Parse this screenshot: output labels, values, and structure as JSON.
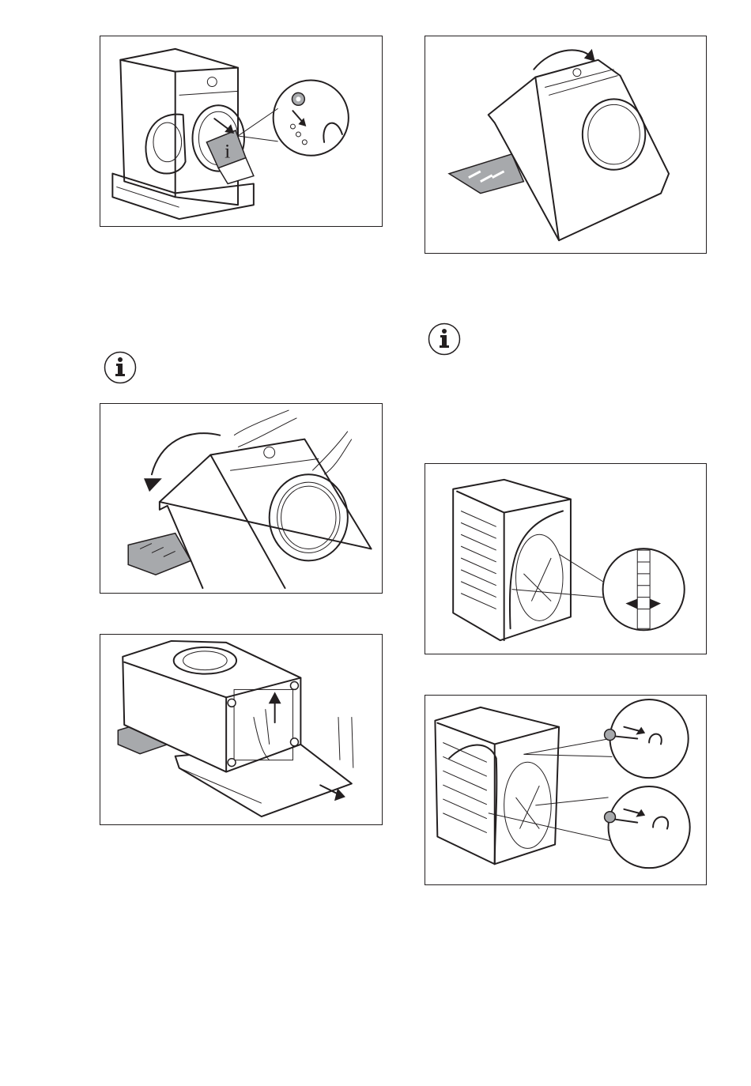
{
  "page": {
    "background": "#ffffff",
    "line_color": "#231f20",
    "accent_grey": "#a7a9ac"
  },
  "illustrations": [
    {
      "id": "fig1",
      "name": "remove-accessory-bag-from-drum",
      "description": "Open washing machine door, hand removing information bag with accessories (hose bracket, plugs) from drum; magnified detail circle"
    },
    {
      "id": "fig2",
      "name": "tilt-machine-back-onto-packaging",
      "description": "Washing machine tilted backwards on polystyrene packaging piece, curved arrow indicating tilt direction"
    },
    {
      "id": "fig3",
      "name": "lower-machine-on-back",
      "description": "Hands lowering washing machine backwards onto polystyrene support, curved arrow"
    },
    {
      "id": "fig4",
      "name": "remove-bottom-protection",
      "description": "Machine lying on its back; hands pulling off bottom polystyrene protection, arrows up and out"
    },
    {
      "id": "fig5",
      "name": "remove-hoses-from-clamps",
      "description": "Rear of machine; magnified circle showing hose being released from holder clips"
    },
    {
      "id": "fig6",
      "name": "remove-transit-bolts",
      "description": "Rear of machine; two magnified circles showing transit bolts unscrewed with spanner"
    }
  ],
  "info_icons": [
    {
      "id": "info1",
      "icon": "information-icon",
      "glyph": "i"
    },
    {
      "id": "info2",
      "icon": "information-icon",
      "glyph": "i"
    }
  ]
}
